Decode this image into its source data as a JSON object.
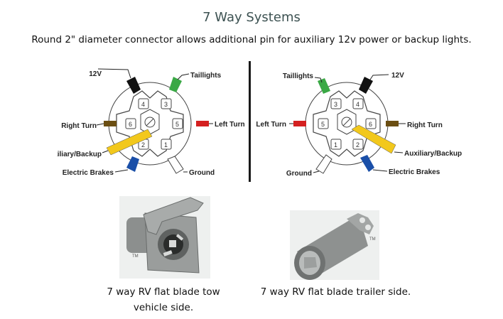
{
  "header": {
    "title": "7 Way Systems",
    "subtitle": "Round 2\" diameter connector allows additional pin for auxiliary 12v power or backup lights."
  },
  "diagrams": {
    "left": {
      "labels": {
        "v12": "12V",
        "taillights": "Taillights",
        "right_turn": "Right Turn",
        "left_turn": "Left Turn",
        "auxiliary": "Auxiliary/Backup",
        "brakes": "Electric Brakes",
        "ground": "Ground"
      },
      "pins": [
        "1",
        "2",
        "3",
        "4",
        "5",
        "6"
      ]
    },
    "right": {
      "labels": {
        "v12": "12V",
        "taillights": "Taillights",
        "right_turn": "Right Turn",
        "left_turn": "Left Turn",
        "auxiliary": "Auxiliary/Backup",
        "brakes": "Electric Brakes",
        "ground": "Ground"
      },
      "pins": [
        "1",
        "2",
        "3",
        "4",
        "5",
        "6"
      ]
    },
    "wire_colors": {
      "v12": "#111111",
      "taillights": "#3aa845",
      "right_turn": "#6b4e12",
      "left_turn": "#d42020",
      "auxiliary": "#f2c81c",
      "brakes": "#1a4fa8",
      "ground": "#ffffff"
    }
  },
  "photos": {
    "tow_vehicle": {
      "tm": "TM",
      "caption_line1": "7 way RV flat blade tow",
      "caption_line2": "vehicle side."
    },
    "trailer": {
      "tm": "TM",
      "caption": "7 way RV flat blade trailer side."
    }
  }
}
